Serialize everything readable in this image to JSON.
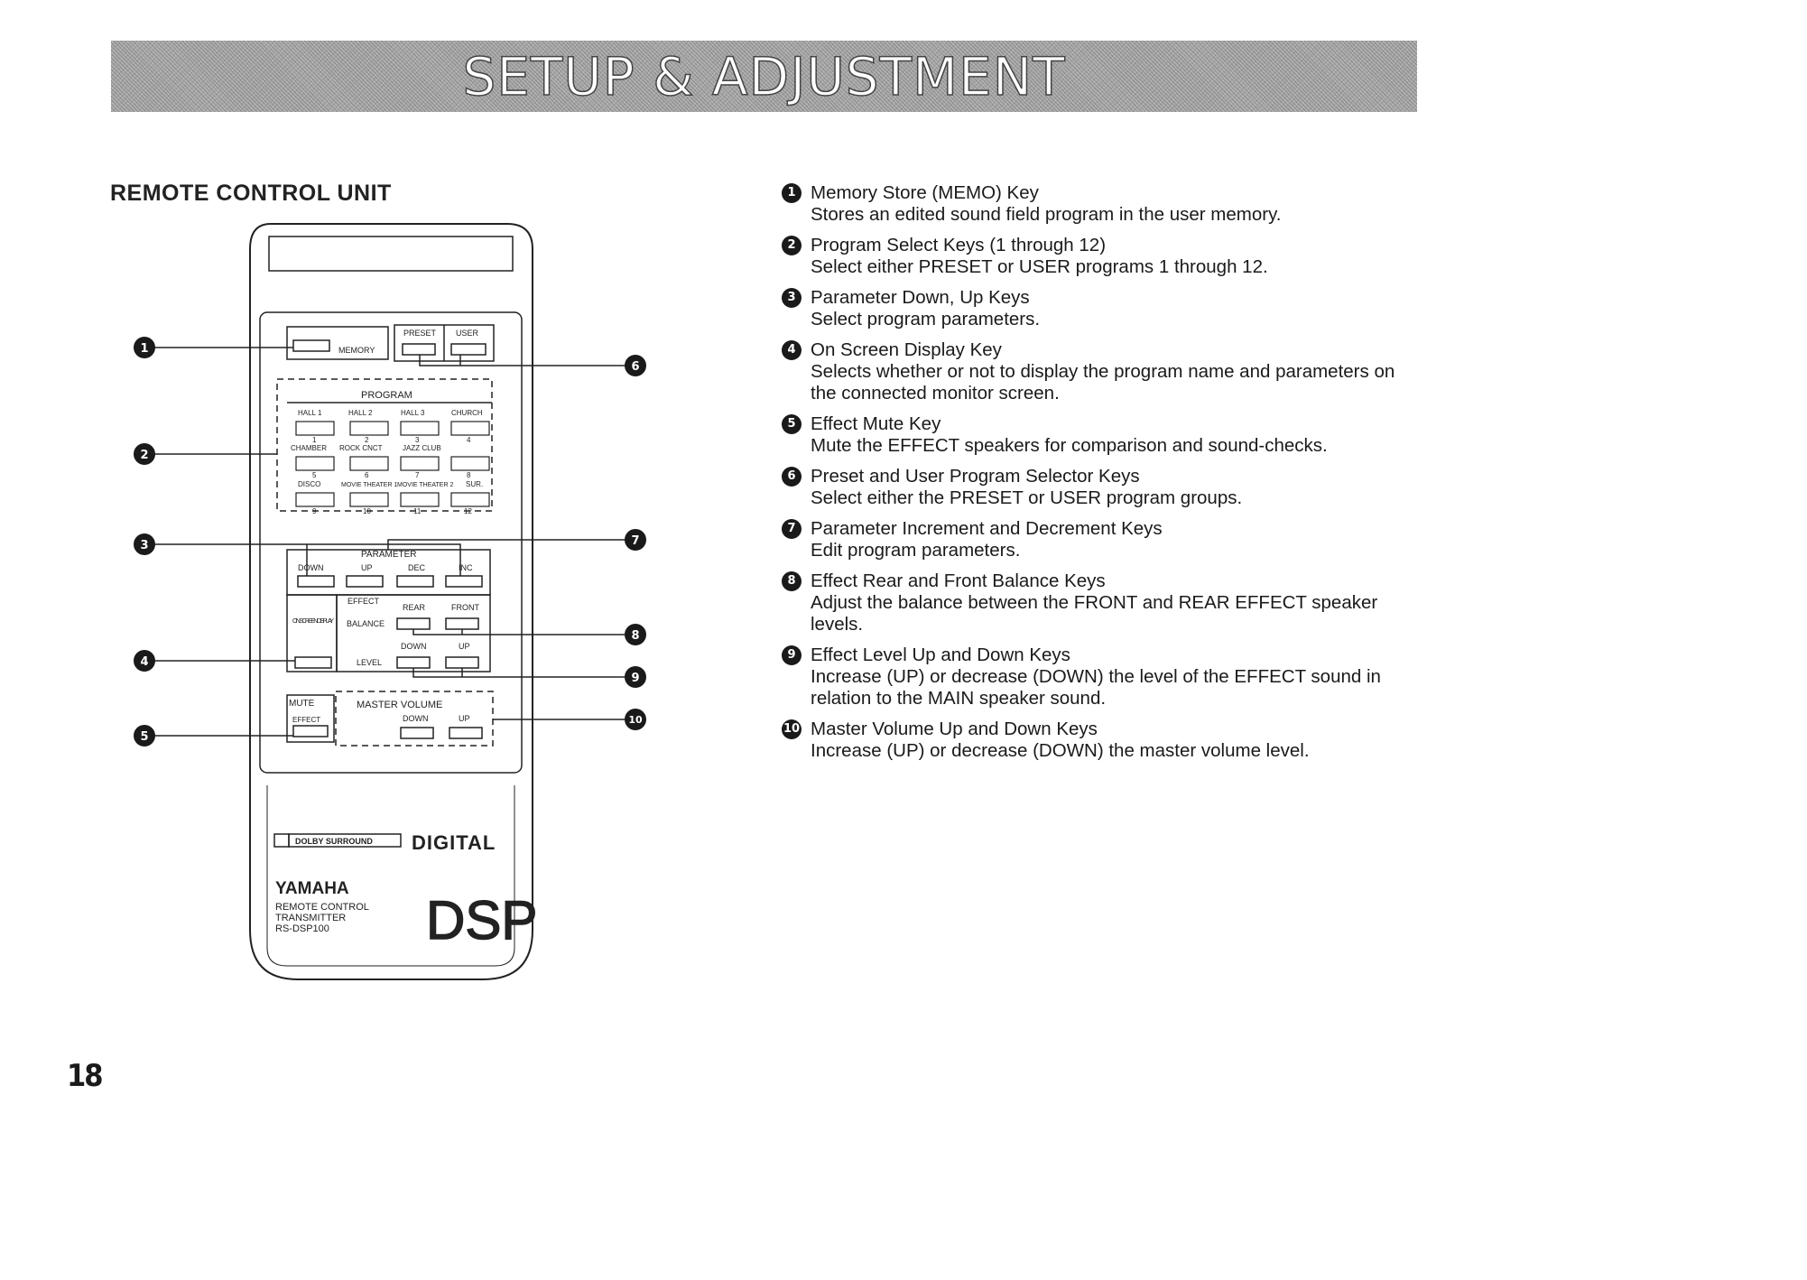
{
  "header": {
    "title": "SETUP & ADJUSTMENT"
  },
  "section": {
    "title": "REMOTE CONTROL UNIT"
  },
  "page_number": "18",
  "remote": {
    "memory_label": "MEMORY",
    "preset_label": "PRESET",
    "user_label": "USER",
    "program_label": "PROGRAM",
    "program_rows": [
      {
        "names": [
          "HALL 1",
          "HALL 2",
          "HALL 3",
          "CHURCH"
        ],
        "numbers": [
          "1",
          "2",
          "3",
          "4"
        ]
      },
      {
        "names": [
          "CHAMBER",
          "ROCK CNCT",
          "JAZZ CLUB",
          ""
        ],
        "numbers": [
          "5",
          "6",
          "7",
          "8"
        ]
      },
      {
        "names": [
          "DISCO",
          "MOVIE THEATER 1",
          "MOVIE THEATER 2",
          "SUR."
        ],
        "numbers": [
          "9",
          "10",
          "11",
          "12"
        ]
      }
    ],
    "parameter_label": "PARAMETER",
    "down_label": "DOWN",
    "up_label": "UP",
    "dec_label": "DEC",
    "inc_label": "INC",
    "effect_label": "EFFECT",
    "on_screen_label": "ON SCREEN DISPLAY",
    "rear_label": "REAR",
    "front_label": "FRONT",
    "balance_label": "BALANCE",
    "level_label": "LEVEL",
    "mute_label": "MUTE",
    "mute_effect_label": "EFFECT",
    "master_volume_label": "MASTER VOLUME",
    "dolby_label": "DOLBY SURROUND",
    "digital_label": "DIGITAL",
    "brand": "YAMAHA",
    "model_lines": [
      "REMOTE CONTROL",
      "TRANSMITTER",
      "RS-DSP100"
    ],
    "dsp_logo": "DSP"
  },
  "callouts": [
    "1",
    "2",
    "3",
    "4",
    "5",
    "6",
    "7",
    "8",
    "9",
    "10"
  ],
  "descriptions": [
    {
      "num": "1",
      "title": "Memory Store (MEMO) Key",
      "body": "Stores an edited sound field program in the user memory."
    },
    {
      "num": "2",
      "title": "Program Select Keys (1 through 12)",
      "body": "Select either PRESET or USER programs 1 through 12."
    },
    {
      "num": "3",
      "title": "Parameter Down, Up Keys",
      "body": "Select program parameters."
    },
    {
      "num": "4",
      "title": "On Screen Display Key",
      "body": "Selects whether or not to display the program name and parameters on the connected monitor screen."
    },
    {
      "num": "5",
      "title": "Effect Mute Key",
      "body": "Mute the EFFECT speakers for comparison and sound-checks."
    },
    {
      "num": "6",
      "title": "Preset and User Program Selector Keys",
      "body": "Select either the PRESET or USER program groups."
    },
    {
      "num": "7",
      "title": "Parameter Increment and Decrement Keys",
      "body": "Edit program parameters."
    },
    {
      "num": "8",
      "title": "Effect Rear and Front Balance Keys",
      "body": "Adjust the balance between the FRONT and REAR EFFECT speaker levels."
    },
    {
      "num": "9",
      "title": "Effect Level Up and Down Keys",
      "body": "Increase (UP) or decrease (DOWN) the level of the EFFECT sound in relation to the MAIN speaker sound."
    },
    {
      "num": "10",
      "title": "Master Volume Up and Down Keys",
      "body": "Increase (UP) or decrease (DOWN) the master volume level."
    }
  ]
}
